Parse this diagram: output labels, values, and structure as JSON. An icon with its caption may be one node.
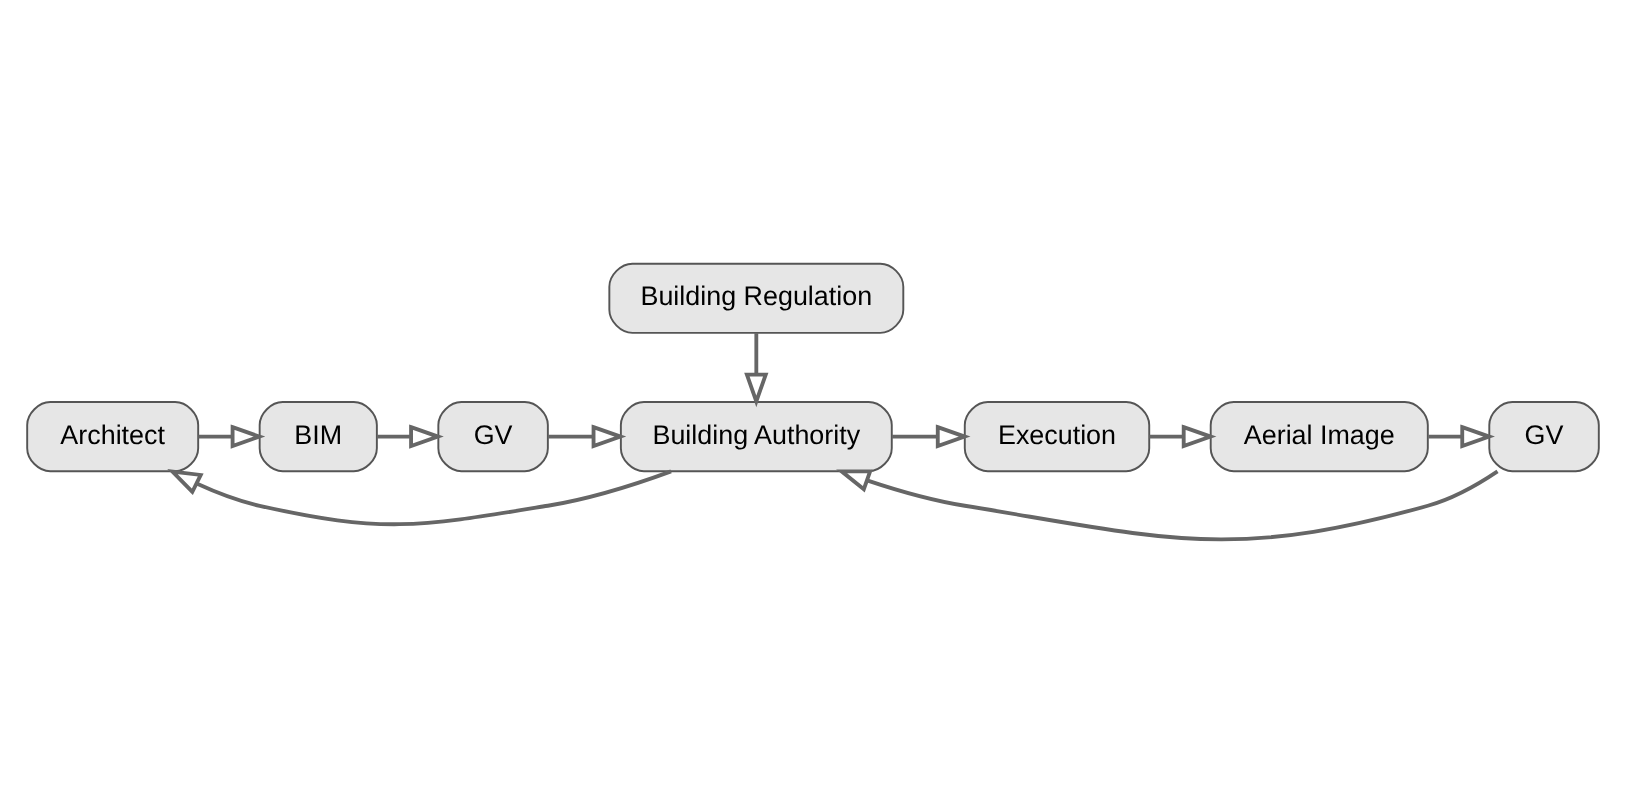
{
  "diagram": {
    "nodes": [
      {
        "text": [
          "Architect"
        ]
      },
      {
        "text": [
          "BIM"
        ]
      },
      {
        "text": [
          "GV"
        ]
      },
      {
        "text": [
          "Building Authority"
        ]
      },
      {
        "text": [
          "Building Regulation"
        ]
      },
      {
        "text": [
          "Execution"
        ]
      },
      {
        "text": [
          "Aerial Image"
        ]
      },
      {
        "text": [
          "GV"
        ]
      }
    ],
    "edges": [
      {
        "from": 0,
        "to": 1,
        "arrow": "to"
      },
      {
        "from": 1,
        "to": 2,
        "arrow": "to"
      },
      {
        "from": 2,
        "to": 3,
        "arrow": "to"
      },
      {
        "from": 4,
        "to": 3,
        "arrow": "to"
      },
      {
        "from": 3,
        "to": 5,
        "arrow": "to"
      },
      {
        "from": 5,
        "to": 6,
        "arrow": "to"
      },
      {
        "from": 6,
        "to": 7,
        "arrow": "to"
      },
      {
        "from": 7,
        "to": 3,
        "arrow": "to"
      },
      {
        "from": 3,
        "to": 0,
        "arrow": "to"
      }
    ]
  }
}
